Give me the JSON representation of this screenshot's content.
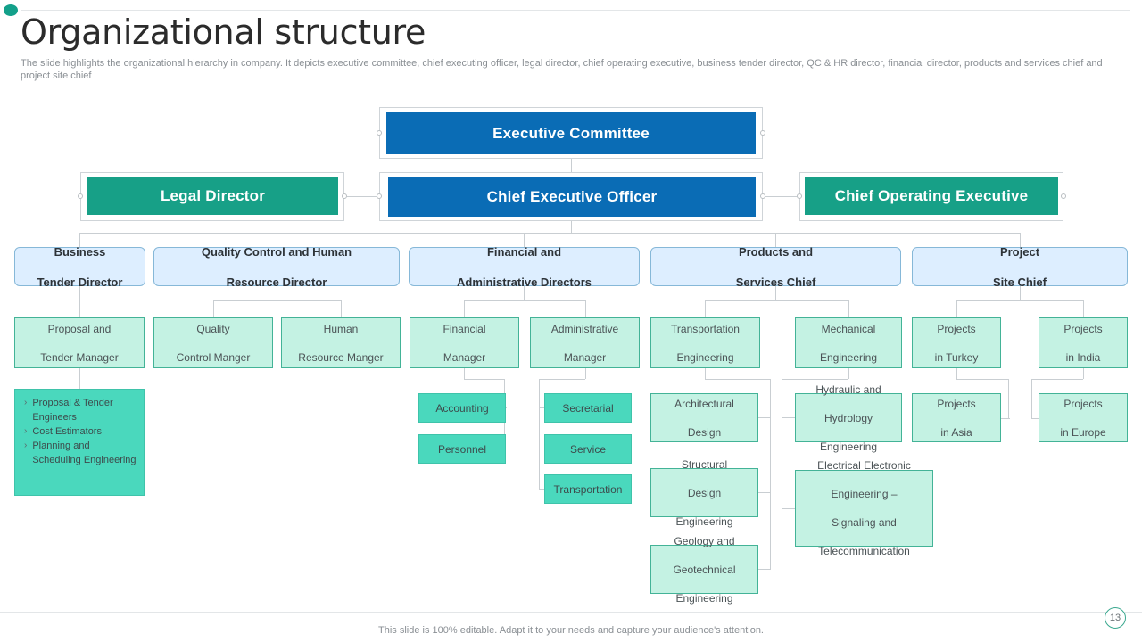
{
  "header": {
    "title": "Organizational structure",
    "subtitle": "The slide highlights the organizational hierarchy in company. It depicts executive committee, chief executing officer, legal director, chief operating executive, business tender director, QC & HR director, financial director, products and services chief and project site chief"
  },
  "colors": {
    "blue": "#0a6cb5",
    "green": "#17a087",
    "light_blue": "#ddeeff",
    "mint": "#c4f2e3",
    "teal": "#4ad8bd",
    "connector": "#c9ced2"
  },
  "chart_data": {
    "type": "diagram",
    "title": "Organizational structure",
    "nodes": {
      "executive_committee": "Executive Committee",
      "chief_executive_officer": "Chief Executive Officer",
      "legal_director": "Legal Director",
      "chief_operating_executive": "Chief Operating Executive"
    },
    "directors": [
      "Business\nTender Director",
      "Quality Control and Human\nResource Director",
      "Financial and\nAdministrative Directors",
      "Products and\nServices Chief",
      "Project\nSite Chief"
    ]
  },
  "level1": {
    "executive_committee": "Executive Committee"
  },
  "level2": {
    "legal_director": "Legal Director",
    "chief_executive_officer": "Chief Executive Officer",
    "chief_operating_executive": "Chief Operating Executive"
  },
  "level3": {
    "business_tender_director": {
      "line1": "Business",
      "line2": "Tender Director"
    },
    "qc_hr_director": {
      "line1": "Quality Control and Human",
      "line2": "Resource Director"
    },
    "financial_admin_directors": {
      "line1": "Financial and",
      "line2": "Administrative Directors"
    },
    "products_services_chief": {
      "line1": "Products and",
      "line2": "Services Chief"
    },
    "project_site_chief": {
      "line1": "Project",
      "line2": "Site Chief"
    }
  },
  "level4": {
    "proposal_tender_manager": {
      "line1": "Proposal and",
      "line2": "Tender  Manager"
    },
    "quality_control_manger": {
      "line1": "Quality",
      "line2": "Control Manger"
    },
    "human_resource_manger": {
      "line1": "Human",
      "line2": "Resource Manger"
    },
    "financial_manager": {
      "line1": "Financial",
      "line2": "Manager"
    },
    "administrative_manager": {
      "line1": "Administrative",
      "line2": "Manager"
    },
    "transportation_engineering": {
      "line1": "Transportation",
      "line2": "Engineering"
    },
    "mechanical_engineering": {
      "line1": "Mechanical",
      "line2": "Engineering"
    },
    "projects_in_turkey": {
      "line1": "Projects",
      "line2": "in Turkey"
    },
    "projects_in_india": {
      "line1": "Projects",
      "line2": "in India"
    }
  },
  "level5": {
    "tender_team": [
      "Proposal & Tender Engineers",
      "Cost Estimators",
      "Planning and Scheduling Engineering"
    ],
    "accounting": "Accounting",
    "personnel": "Personnel",
    "secretarial": "Secretarial",
    "service": "Service",
    "transportation": "Transportation",
    "architectural_design": {
      "line1": "Architectural",
      "line2": "Design"
    },
    "structural_design_engineering": {
      "line1": "Structural",
      "line2": "Design",
      "line3": "Engineering"
    },
    "geology_geotechnical_engineering": {
      "line1": "Geology and",
      "line2": "Geotechnical",
      "line3": "Engineering"
    },
    "hydraulic_hydrology_engineering": {
      "line1": "Hydraulic and",
      "line2": "Hydrology",
      "line3": "Engineering"
    },
    "electrical_electronic_engineering": {
      "line1": "Electrical Electronic",
      "line2": "Engineering –",
      "line3": "Signaling and",
      "line4": "Telecommunication"
    },
    "projects_in_asia": {
      "line1": "Projects",
      "line2": "in Asia"
    },
    "projects_in_europe": {
      "line1": "Projects",
      "line2": "in Europe"
    }
  },
  "footer": {
    "note": "This slide is 100% editable. Adapt it to your needs and capture your audience's attention.",
    "page_number": "13"
  },
  "bullet_glyph": "›"
}
